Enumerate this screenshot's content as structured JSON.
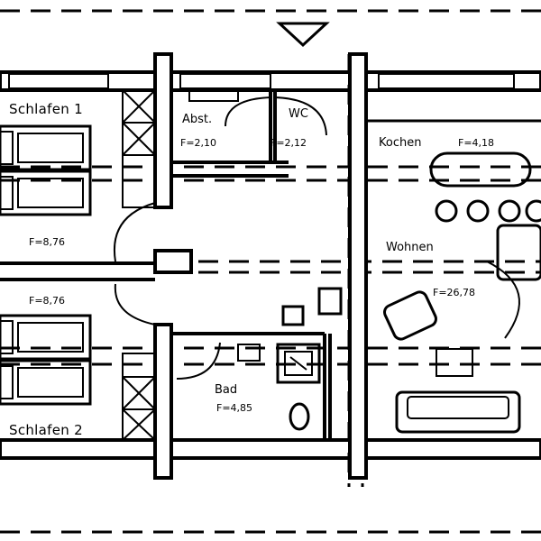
{
  "rooms": {
    "schlafen1": {
      "name": "Schlafen 1",
      "area": ""
    },
    "schlafen2": {
      "name": "Schlafen 2",
      "area": ""
    },
    "flur_upper": {
      "area": "F=8,76"
    },
    "flur_lower": {
      "area": "F=8,76"
    },
    "abst": {
      "name": "Abst.",
      "area": "F=2,10"
    },
    "wc": {
      "name": "WC",
      "area": "F=2,12"
    },
    "kochen": {
      "name": "Kochen",
      "area": "F=4,18"
    },
    "wohnen": {
      "name": "Wohnen",
      "area": "F=26,78"
    },
    "bad": {
      "name": "Bad",
      "area": "F=4,85"
    }
  },
  "colors": {
    "ink": "#000000",
    "paper": "#ffffff"
  },
  "icons": [
    "entrance-arrow-icon"
  ]
}
